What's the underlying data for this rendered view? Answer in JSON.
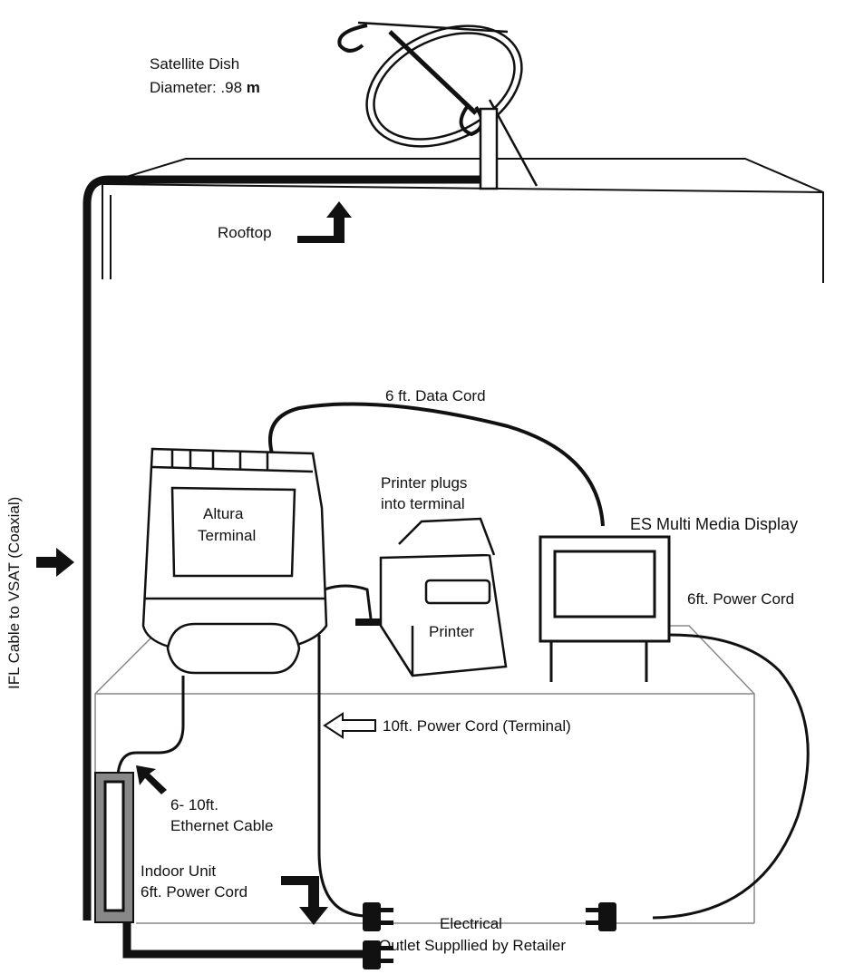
{
  "labels": {
    "satellite_dish": "Satellite Dish",
    "diameter_prefix": "Diameter:  .98",
    "diameter_unit": "m",
    "rooftop": "Rooftop",
    "data_cord": "6 ft. Data Cord",
    "printer_plugs_line1": "Printer plugs",
    "printer_plugs_line2": "into terminal",
    "es_display": "ES Multi Media Display",
    "altura_line1": "Altura",
    "altura_line2": "Terminal",
    "printer": "Printer",
    "display_power_cord": "6ft.  Power Cord",
    "terminal_power_cord": "10ft.  Power Cord (Terminal)",
    "ethernet_line1": "6- 10ft.",
    "ethernet_line2": "Ethernet Cable",
    "indoor_unit_line1": "Indoor Unit",
    "indoor_unit_line2": "6ft.  Power Cord",
    "electrical_line1": "Electrical",
    "electrical_line2": "Outlet Suppllied by Retailer",
    "ifl_cable": "IFL Cable to VSAT (Coaxial)"
  }
}
